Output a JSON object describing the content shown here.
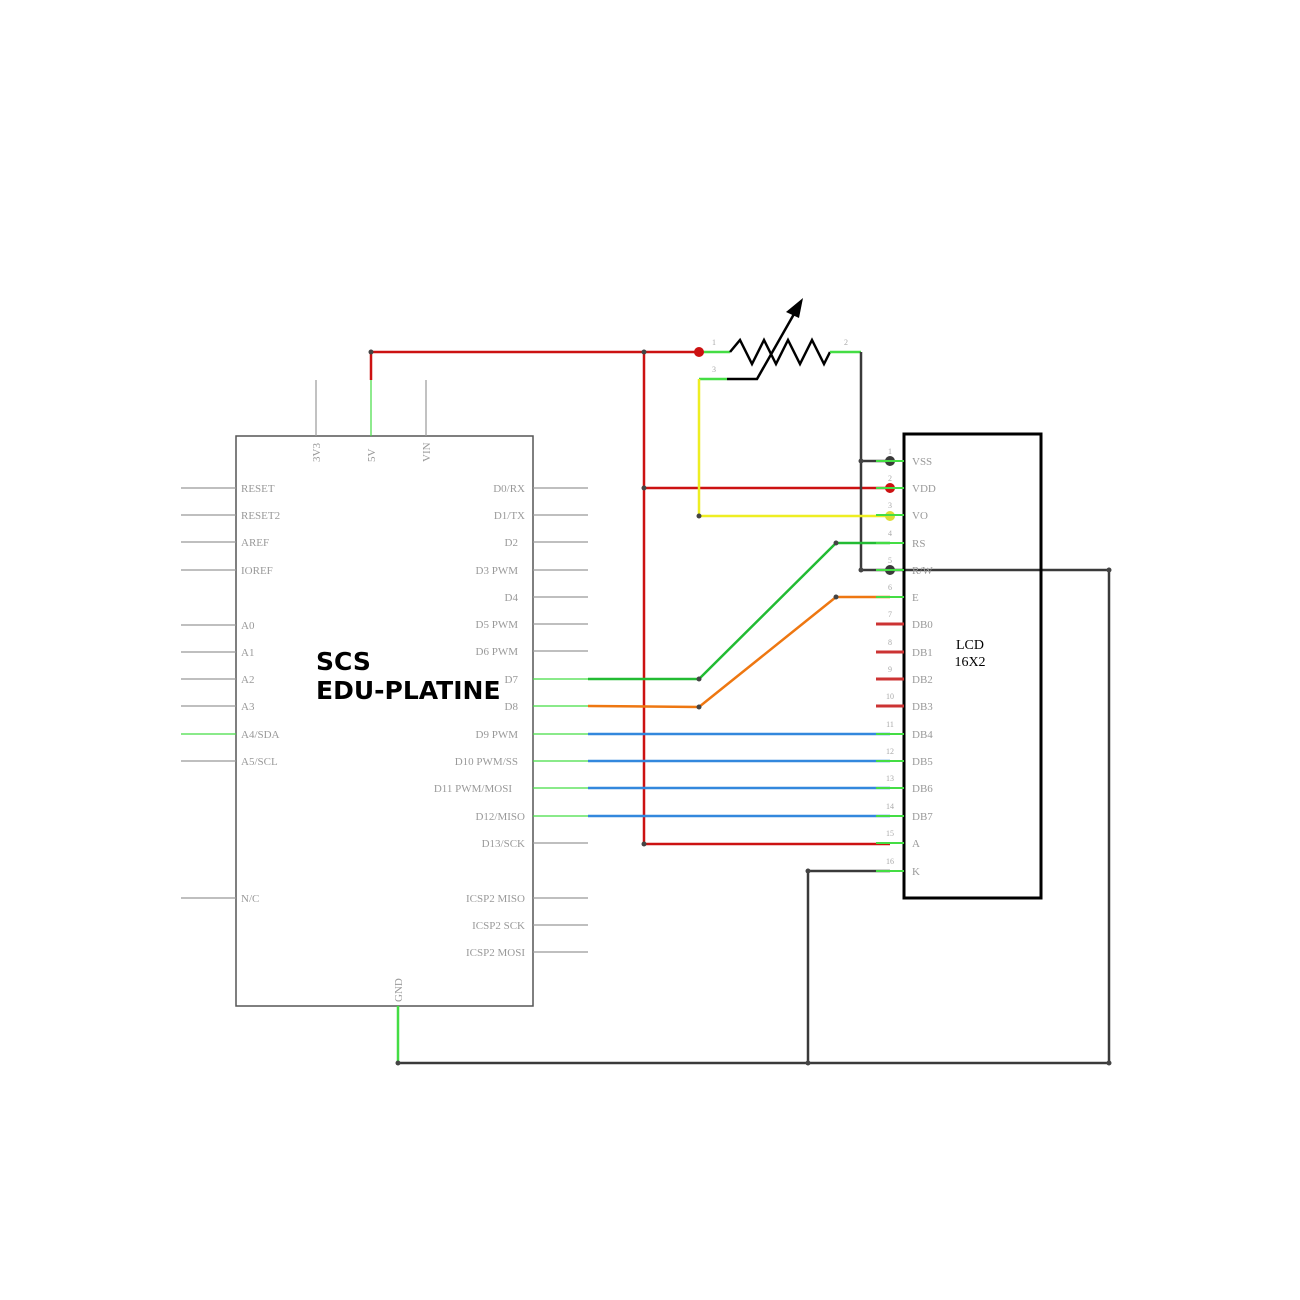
{
  "board": {
    "title_line1": "SCS",
    "title_line2": "EDU-PLATINE",
    "top_pins": [
      "3V3",
      "5V",
      "VIN"
    ],
    "bottom_pin": "GND",
    "left_pins": [
      "RESET",
      "RESET2",
      "AREF",
      "IOREF",
      "A0",
      "A1",
      "A2",
      "A3",
      "A4/SDA",
      "A5/SCL",
      "N/C"
    ],
    "right_pins": [
      "D0/RX",
      "D1/TX",
      "D2",
      "D3 PWM",
      "D4",
      "D5 PWM",
      "D6 PWM",
      "D7",
      "D8",
      "D9 PWM",
      "D10 PWM/SS",
      "D11 PWM/MOSI",
      "D12/MISO",
      "D13/SCK",
      "ICSP2 MISO",
      "ICSP2 SCK",
      "ICSP2 MOSI"
    ]
  },
  "lcd": {
    "title_line1": "LCD",
    "title_line2": "16X2",
    "pins": [
      "VSS",
      "VDD",
      "VO",
      "RS",
      "R/W",
      "E",
      "DB0",
      "DB1",
      "DB2",
      "DB3",
      "DB4",
      "DB5",
      "DB6",
      "DB7",
      "A",
      "K"
    ],
    "pin_numbers": [
      "1",
      "2",
      "3",
      "4",
      "5",
      "6",
      "7",
      "8",
      "9",
      "10",
      "11",
      "12",
      "13",
      "14",
      "15",
      "16"
    ]
  },
  "potentiometer": {
    "pin_numbers": [
      "1",
      "2",
      "3"
    ]
  },
  "colors": {
    "power": "#cc1111",
    "ground": "#3a3a3a",
    "contrast": "#eeee22",
    "rs": "#22bb33",
    "enable": "#ee7711",
    "data": "#3388dd",
    "pin": "#44dd44",
    "unused_pin": "#cc3333"
  }
}
